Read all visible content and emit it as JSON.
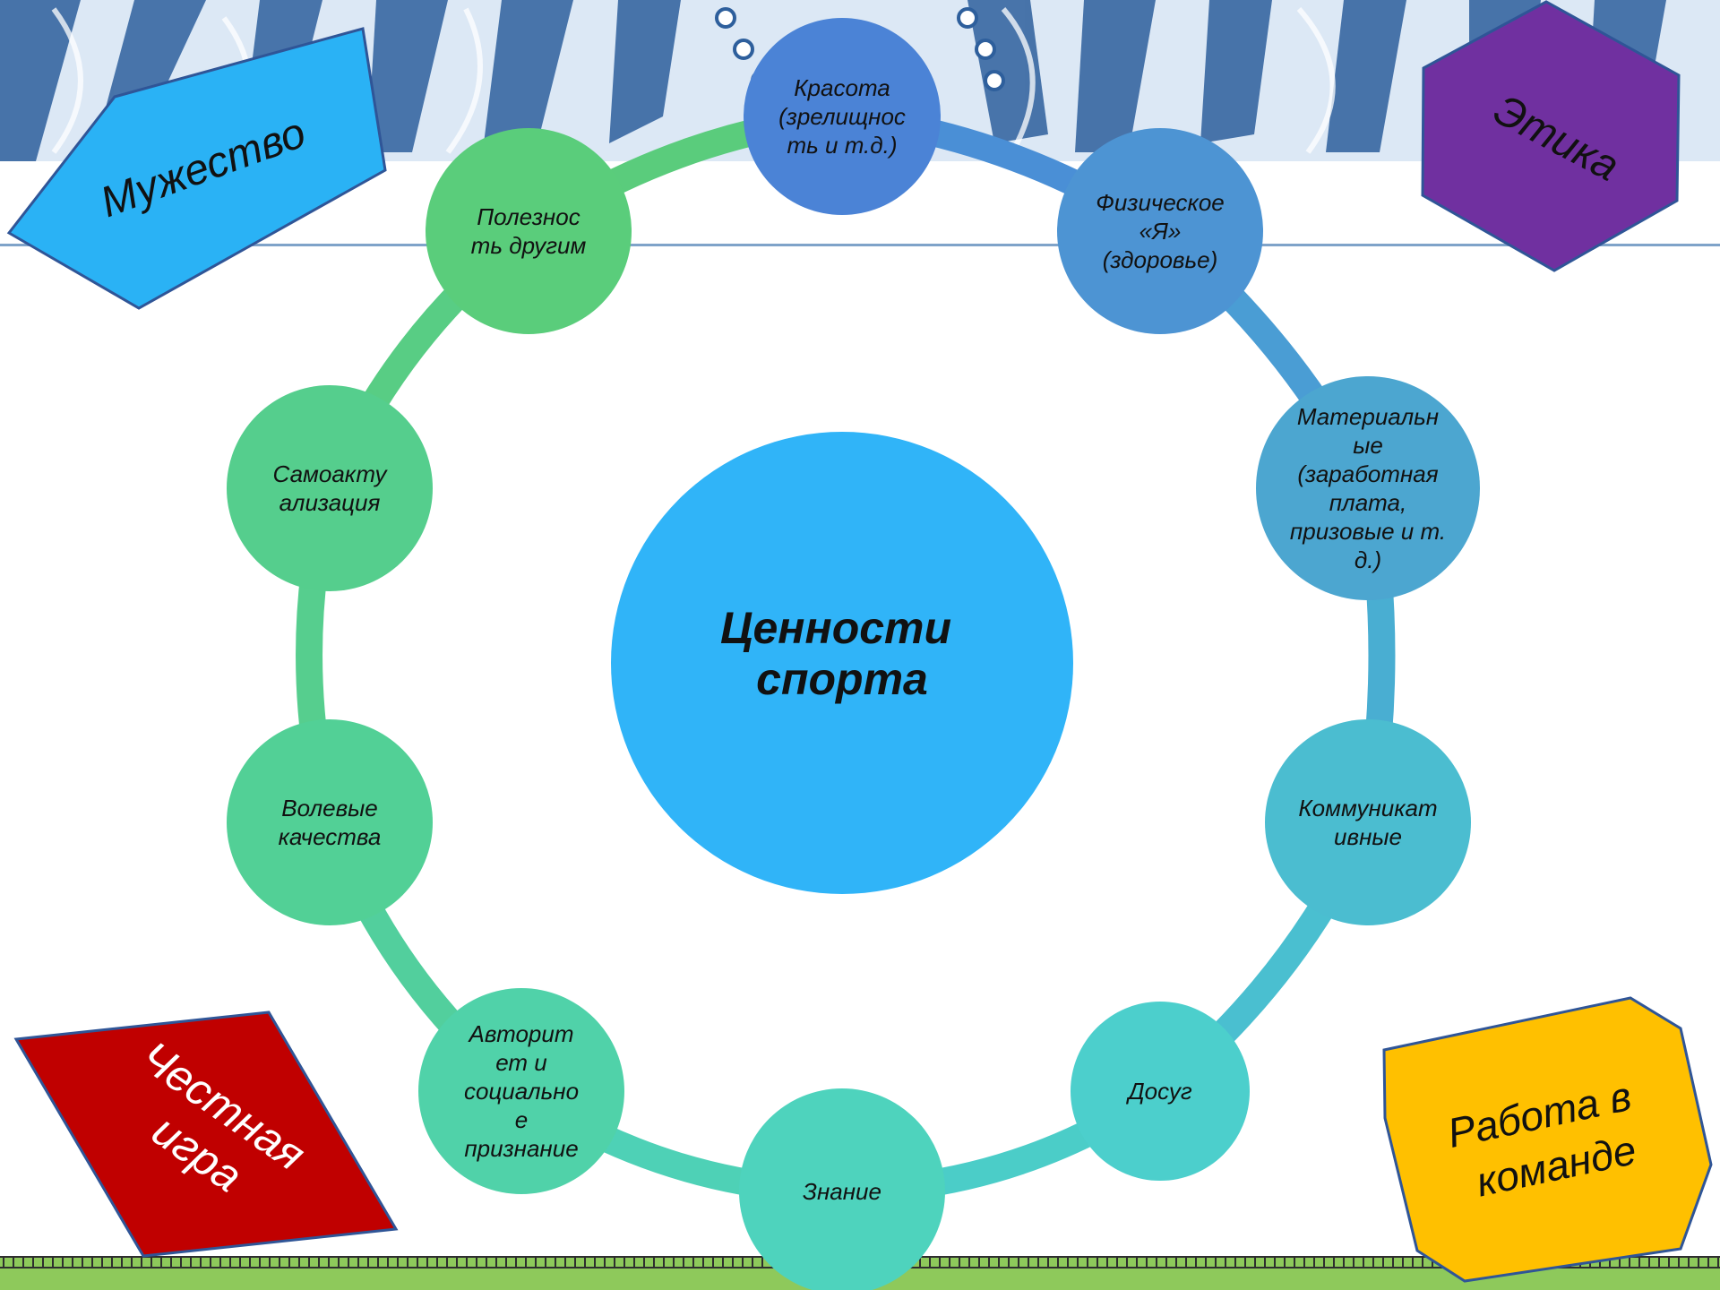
{
  "colors": {
    "ring_green": "#56cc84",
    "ring_blue": "#4a8fd6",
    "center": "#30b4f8",
    "banner_bg": "#2e5f9c",
    "banner_light": "#dce8f5",
    "ground_green": "#8ec95b"
  },
  "diagram": {
    "center_label": [
      "Ценности",
      "спорта"
    ],
    "nodes": [
      {
        "id": "beauty",
        "lines": [
          "Красота",
          "(зрелищнос",
          "ть и т.д.)"
        ],
        "color": "#4b83d6"
      },
      {
        "id": "physical-self",
        "lines": [
          "Физическое",
          "«Я»",
          "(здоровье)"
        ],
        "color": "#4d94d3"
      },
      {
        "id": "material",
        "lines": [
          "Материальн",
          "ые",
          "(заработная",
          "плата,",
          "призовые и т.",
          "д.)"
        ],
        "color": "#4ca6d0"
      },
      {
        "id": "communicative",
        "lines": [
          "Коммуникат",
          "ивные"
        ],
        "color": "#4bbdd0"
      },
      {
        "id": "leisure",
        "lines": [
          "Досуг"
        ],
        "color": "#4ccfcc"
      },
      {
        "id": "knowledge",
        "lines": [
          "Знание"
        ],
        "color": "#4ed3bd"
      },
      {
        "id": "authority",
        "lines": [
          "Авторит",
          "ет и",
          "социально",
          "е",
          "признание"
        ],
        "color": "#50d2a9"
      },
      {
        "id": "willpower",
        "lines": [
          "Волевые",
          "качества"
        ],
        "color": "#52d096"
      },
      {
        "id": "self-actualization",
        "lines": [
          "Самоакту",
          "ализация"
        ],
        "color": "#55ce8d"
      },
      {
        "id": "usefulness",
        "lines": [
          "Полезнос",
          "ть другим"
        ],
        "color": "#5acd7b"
      }
    ]
  },
  "badges": {
    "courage": {
      "label": "Мужество",
      "color": "#2ab2f5"
    },
    "ethics": {
      "label": "Этика",
      "color": "#7030a0"
    },
    "fair_play": {
      "label": [
        "Честная",
        "игра"
      ],
      "color": "#c00000"
    },
    "teamwork": {
      "label": [
        "Работа в",
        "команде"
      ],
      "color": "#ffc000"
    }
  }
}
